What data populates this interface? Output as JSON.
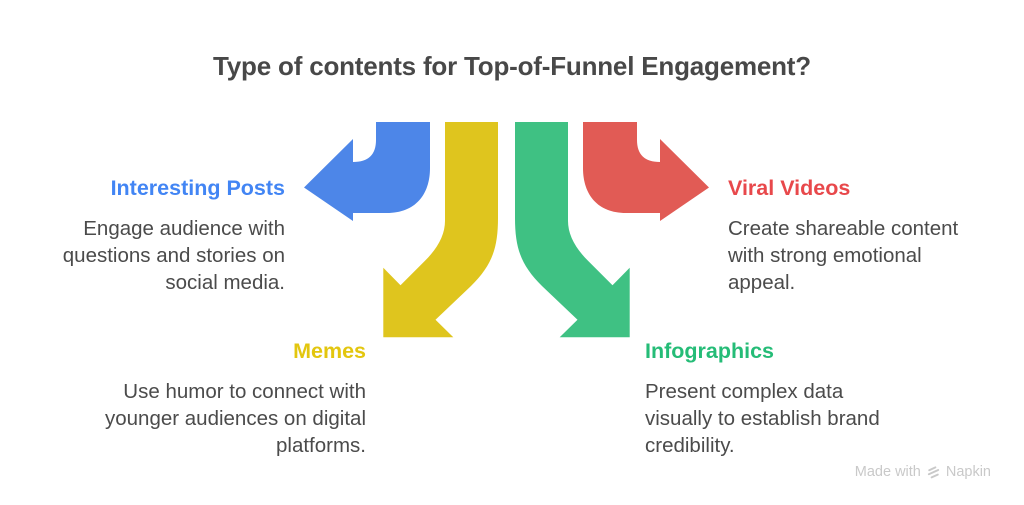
{
  "title": {
    "text": "Type of contents for Top-of-Funnel Engagement?"
  },
  "sections": [
    {
      "id": "interesting-posts",
      "position": "top-left",
      "title": "Interesting Posts",
      "title_color": "#4285F4",
      "body_lines": [
        "Engage audience with",
        "questions and stories on",
        "social media."
      ]
    },
    {
      "id": "viral-videos",
      "position": "top-right",
      "title": "Viral Videos",
      "title_color": "#E8484B",
      "body_lines": [
        "Create shareable content",
        "with strong emotional",
        "appeal."
      ]
    },
    {
      "id": "memes",
      "position": "bottom-left",
      "title": "Memes",
      "title_color": "#E3C60F",
      "body_lines": [
        "Use humor to connect with",
        "younger audiences on digital",
        "platforms."
      ]
    },
    {
      "id": "infographics",
      "position": "bottom-right",
      "title": "Infographics",
      "title_color": "#25BC77",
      "body_lines": [
        "Present complex data",
        "visually to establish brand",
        "credibility."
      ]
    }
  ],
  "diagram": {
    "arrows": [
      {
        "name": "arrow-interesting-posts",
        "direction": "curve-left",
        "color": "#4D86E8"
      },
      {
        "name": "arrow-memes",
        "direction": "curve-down-left",
        "color": "#DFC51E"
      },
      {
        "name": "arrow-infographics",
        "direction": "curve-down-right",
        "color": "#3FC183"
      },
      {
        "name": "arrow-viral-videos",
        "direction": "curve-right",
        "color": "#E15B55"
      }
    ]
  },
  "footer": {
    "made_with": "Made with",
    "brand": "Napkin"
  }
}
